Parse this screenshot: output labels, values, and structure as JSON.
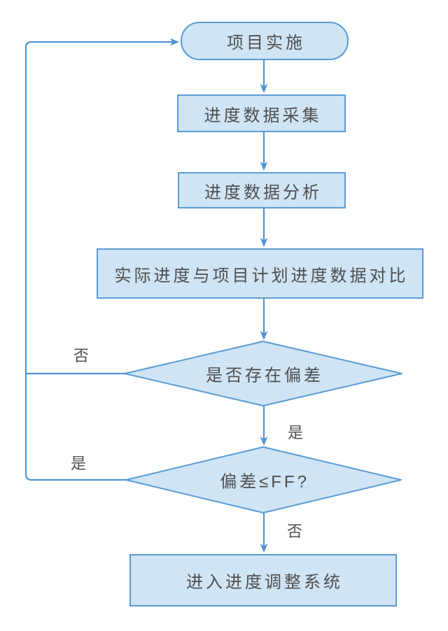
{
  "flowchart": {
    "nodes": {
      "start": {
        "label": "项目实施",
        "shape": "terminator"
      },
      "collect": {
        "label": "进度数据采集",
        "shape": "process"
      },
      "analyze": {
        "label": "进度数据分析",
        "shape": "process"
      },
      "compare": {
        "label": "实际进度与项目计划进度数据对比",
        "shape": "process"
      },
      "deviation": {
        "label": "是否存在偏差",
        "shape": "decision"
      },
      "threshold": {
        "label": "偏差≤FF?",
        "shape": "decision"
      },
      "adjust": {
        "label": "进入进度调整系统",
        "shape": "process"
      }
    },
    "edge_labels": {
      "deviation_no": "否",
      "deviation_yes": "是",
      "threshold_yes": "是",
      "threshold_no": "否"
    },
    "colors": {
      "node_fill": "#cfe4f4",
      "node_border": "#5b9bd5",
      "connector": "#4e94d4",
      "text": "#4f4f4f"
    }
  }
}
